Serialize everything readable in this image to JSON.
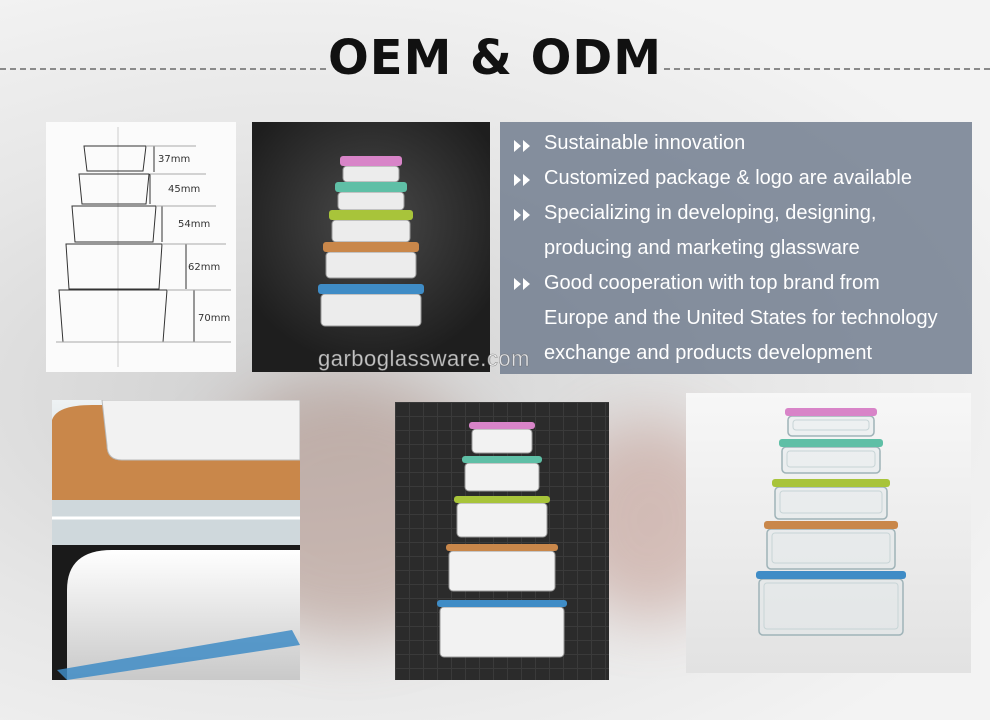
{
  "title": "OEM & ODM",
  "features": [
    "Sustainable innovation",
    "Customized package & logo are available",
    "Specializing in developing, designing,",
    "producing and marketing glassware",
    "Good cooperation with top brand from",
    "Europe and the United States for technology",
    "exchange and products development"
  ],
  "dimensions": [
    "37mm",
    "45mm",
    "54mm",
    "62mm",
    "70mm"
  ],
  "watermark": "garboglassware.com",
  "lid_colors": [
    "#d884c8",
    "#5fbfa6",
    "#a8c43a",
    "#c9874a",
    "#3f8cc6"
  ]
}
